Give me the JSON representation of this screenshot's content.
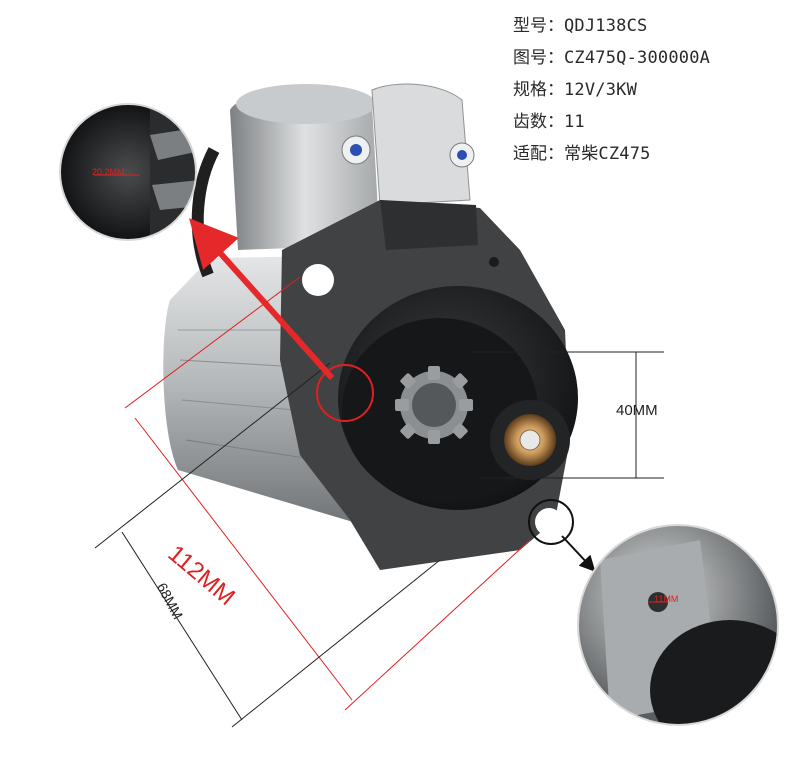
{
  "specs": [
    {
      "label": "型号：",
      "value": "QDJ138CS"
    },
    {
      "label": "图号：",
      "value": "CZ475Q-300000A"
    },
    {
      "label": "规格：",
      "value": "12V/3KW"
    },
    {
      "label": "齿数：",
      "value": "11"
    },
    {
      "label": "适配：",
      "value": "常柴CZ475"
    }
  ],
  "dimensions": {
    "pinion_diameter": "40MM",
    "flange_length": "112MM",
    "mount_depth": "68MM",
    "inset_top": "20.2MM",
    "inset_bottom": "11MM"
  },
  "colors": {
    "accent": "#e02020",
    "arrow": "#e5282a",
    "housing": "#b9bcbe",
    "flange": "#3f4143",
    "background": "#ffffff"
  }
}
